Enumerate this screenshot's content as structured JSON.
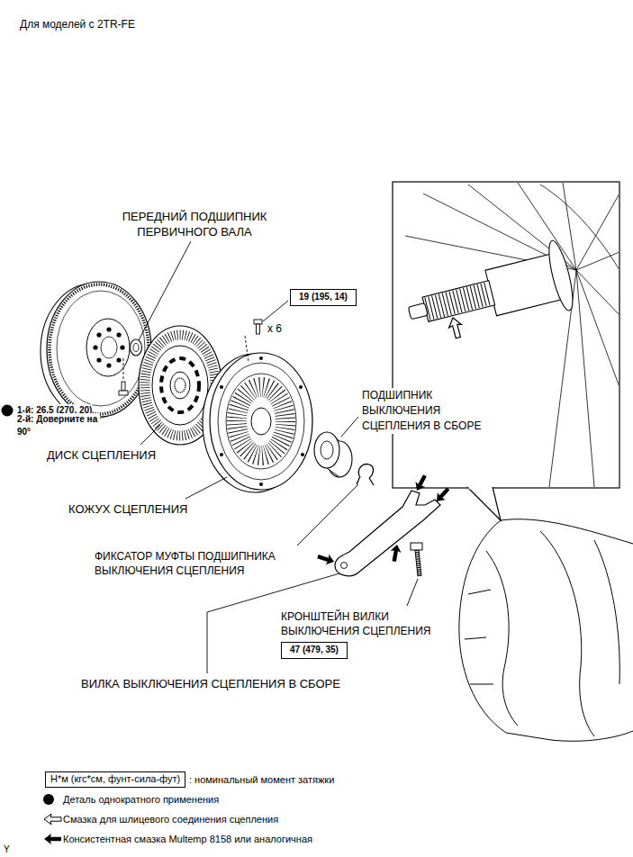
{
  "diagram": {
    "title": "Для моделей с 2TR-FE",
    "nodes": [
      {
        "text": [
          "19 (195, 14)"
        ]
      },
      {
        "text": [
          "47 (479, 35)"
        ]
      },
      {
        "text": [
          "Н*м (кгс*см, фунт-сила-фут)"
        ]
      }
    ],
    "labels": [
      "ПЕРЕДНИЙ ПОДШИПНИК ПЕРВИЧНОГО ВАЛА",
      "x 6",
      "1-й: 26,5 (270, 20)",
      "2-й: Доверните на 90°",
      "ДИСК СЦЕПЛЕНИЯ",
      "КОЖУХ СЦЕПЛЕНИЯ",
      "ПОДШИПНИК ВЫКЛЮЧЕНИЯ СЦЕПЛЕНИЯ В СБОРЕ",
      "ФИКСАТОР МУФТЫ ПОДШИПНИКА ВЫКЛЮЧЕНИЯ СЦЕПЛЕНИЯ",
      "КРОНШТЕЙН ВИЛКИ ВЫКЛЮЧЕНИЯ СЦЕПЛЕНИЯ",
      "ВИЛКА ВЫКЛЮЧЕНИЯ СЦЕПЛЕНИЯ В СБОРЕ",
      "Y"
    ],
    "legend": [
      {
        "text": ": номинальный момент затяжки"
      },
      {
        "text": "Деталь однократного применения",
        "color": "#000000"
      },
      {
        "text": "Смазка для шлицевого соединения сцепления"
      },
      {
        "text": "Консистентная смазка Multemp 8158 или аналогичная"
      }
    ]
  }
}
